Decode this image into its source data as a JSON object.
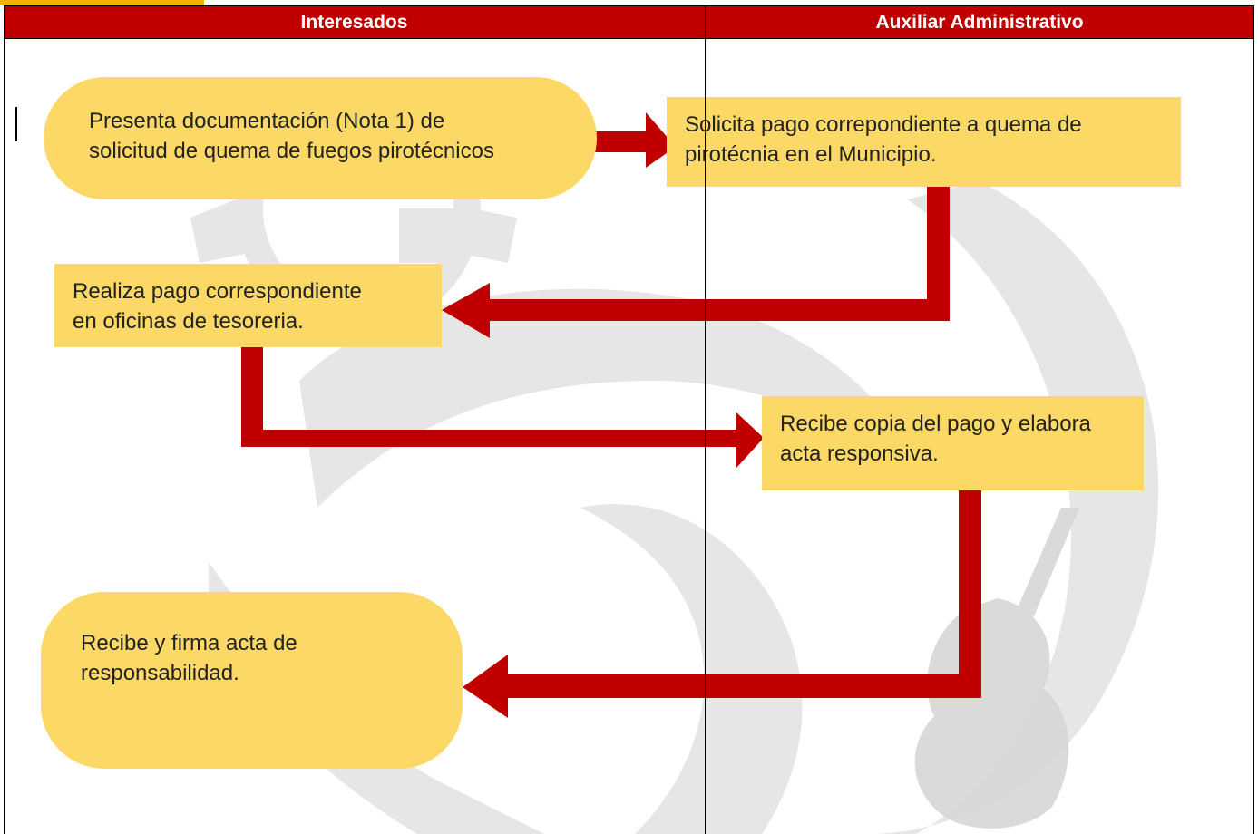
{
  "header": {
    "col1": "Interesados",
    "col2": "Auxiliar Administrativo"
  },
  "colors": {
    "header_bg": "#c00000",
    "box_fill": "#fcd966",
    "arrow": "#c00000",
    "accent_gold": "#f2b400"
  },
  "steps": [
    {
      "lane": "Interesados",
      "shape": "rounded",
      "lines": [
        "Presenta documentación (Nota 1) de",
        "solicitud de quema de fuegos pirotécnicos"
      ]
    },
    {
      "lane": "Auxiliar Administrativo",
      "shape": "rectangle",
      "lines": [
        "Solicita pago correpondiente a quema de",
        "pirotécnia en el Municipio."
      ]
    },
    {
      "lane": "Interesados",
      "shape": "rectangle",
      "lines": [
        "Realiza pago correspondiente",
        "en oficinas de tesoreria."
      ]
    },
    {
      "lane": "Auxiliar Administrativo",
      "shape": "rectangle",
      "lines": [
        "Recibe copia del pago y elabora",
        "acta responsiva."
      ]
    },
    {
      "lane": "Interesados",
      "shape": "rounded",
      "lines": [
        "Recibe y firma acta de",
        "responsabilidad."
      ]
    }
  ]
}
